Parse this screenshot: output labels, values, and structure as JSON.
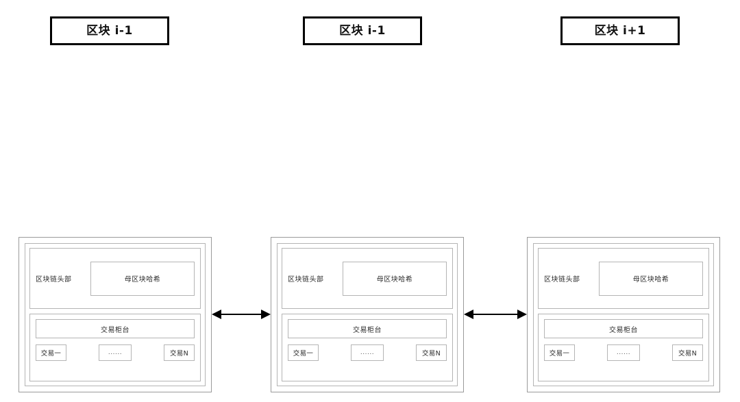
{
  "diagram": {
    "title_boxes": [
      {
        "label": "区块 i-1"
      },
      {
        "label": "区块 i-1"
      },
      {
        "label": "区块 i+1"
      }
    ],
    "blocks": [
      {
        "header_label": "区块链头部",
        "parent_hash_label": "母区块哈希",
        "tx_counter_label": "交易柜台",
        "transactions": [
          "交易一",
          "......",
          "交易N"
        ]
      },
      {
        "header_label": "区块链头部",
        "parent_hash_label": "母区块哈希",
        "tx_counter_label": "交易柜台",
        "transactions": [
          "交易一",
          "......",
          "交易N"
        ]
      },
      {
        "header_label": "区块链头部",
        "parent_hash_label": "母区块哈希",
        "tx_counter_label": "交易柜台",
        "transactions": [
          "交易一",
          "......",
          "交易N"
        ]
      }
    ],
    "connectors": [
      {
        "icon": "double-arrow-horizontal-icon"
      },
      {
        "icon": "double-arrow-horizontal-icon"
      }
    ],
    "colors": {
      "background": "#ffffff",
      "title_border": "#000000",
      "block_border": "#b4b4b4",
      "outer_border": "#9a9a9a",
      "text": "#2b2b2b",
      "arrow": "#000000"
    }
  }
}
